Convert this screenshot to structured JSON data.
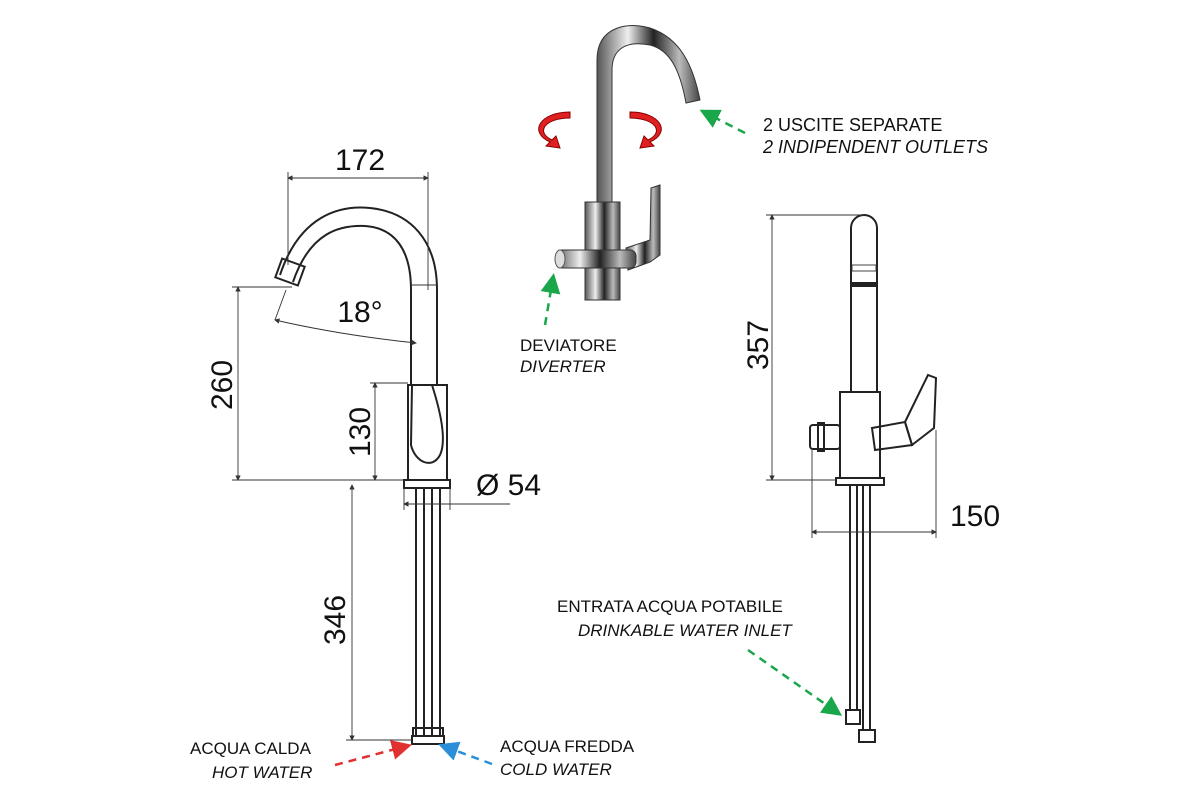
{
  "dimensions": {
    "spout_reach": "172",
    "spout_angle": "18°",
    "spout_height": "260",
    "body_height": "130",
    "base_diameter": "Ø 54",
    "hose_length": "346",
    "total_height": "357",
    "lever_depth": "150"
  },
  "labels": {
    "outlets_it": "2  USCITE  SEPARATE",
    "outlets_en": "2 INDIPENDENT OUTLETS",
    "diverter_it": "DEVIATORE",
    "diverter_en": "DIVERTER",
    "inlet_it": "ENTRATA ACQUA POTABILE",
    "inlet_en": "DRINKABLE WATER INLET",
    "hot_it": "ACQUA CALDA",
    "hot_en": "HOT WATER",
    "cold_it": "ACQUA FREDDA",
    "cold_en": "COLD WATER"
  },
  "colors": {
    "green_arrow": "#1aa64a",
    "red_arrow": "#e03030",
    "blue_arrow": "#2a8fd8",
    "rotation_arrow": "#e02020"
  }
}
